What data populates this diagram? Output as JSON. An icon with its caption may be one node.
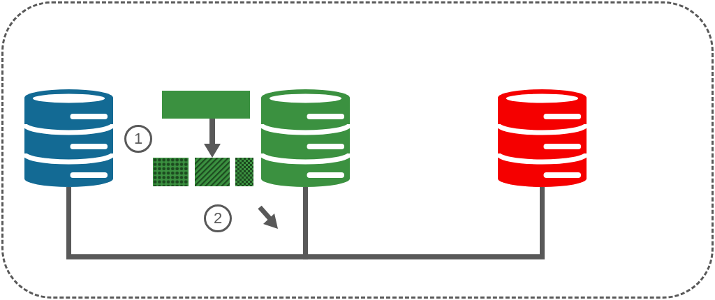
{
  "diagram": {
    "nodes": [
      {
        "text": [],
        "shape": "box"
      },
      {
        "text": [],
        "shape": "cylinder",
        "in": 0
      },
      {
        "text": [],
        "shape": "bar",
        "in": 0
      },
      {
        "text": [],
        "shape": "box",
        "in": 0
      },
      {
        "text": [],
        "shape": "box",
        "in": 0
      },
      {
        "text": [],
        "shape": "box",
        "in": 0
      },
      {
        "text": [],
        "shape": "cylinder",
        "in": 0
      },
      {
        "text": [],
        "shape": "cylinder",
        "in": 0
      }
    ],
    "edges": [
      {
        "from": 1,
        "to": 6,
        "arrow": "none"
      },
      {
        "from": 6,
        "to": 7,
        "arrow": "none"
      },
      {
        "from": 1,
        "to": 7,
        "arrow": "none"
      },
      {
        "from": 2,
        "to": 4,
        "arrow": "to"
      }
    ],
    "labels": [
      "1",
      "2"
    ]
  }
}
